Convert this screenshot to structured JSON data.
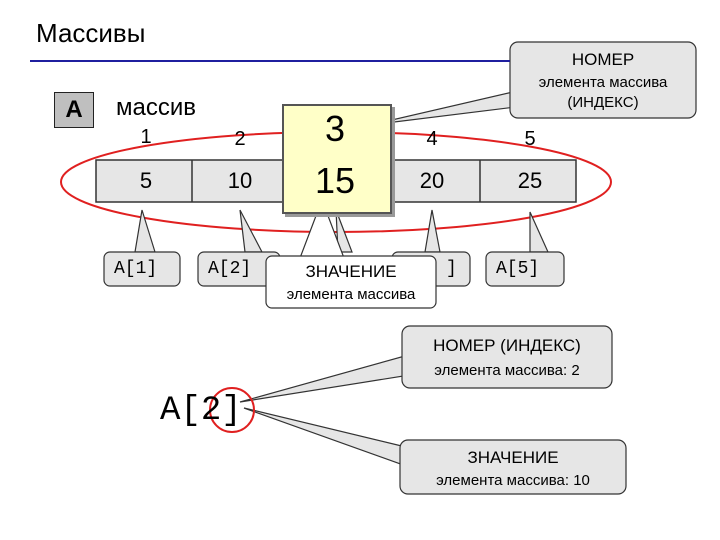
{
  "title": "Массивы",
  "array_name": "A",
  "array_label": "массив",
  "indices": [
    "1",
    "2",
    "3",
    "4",
    "5"
  ],
  "values": [
    "5",
    "10",
    "15",
    "20",
    "25"
  ],
  "refs": [
    "A[1]",
    "A[2]",
    "A[5]"
  ],
  "callout_index": {
    "heading": "НОМЕР",
    "line1": "элемента массива",
    "line2": "(ИНДЕКС)"
  },
  "callout_value": {
    "heading": "ЗНАЧЕНИЕ",
    "line1": "элемента массива"
  },
  "callout_index2": {
    "heading": "НОМЕР (ИНДЕКС)",
    "line1": "элемента массива: 2"
  },
  "callout_value2": {
    "heading": "ЗНАЧЕНИЕ",
    "line1": "элемента массива: 10"
  },
  "example_ref": {
    "prefix": "A[",
    "index": "2",
    "suffix": "]"
  },
  "colors": {
    "ellipse": "#e02020",
    "rule": "#1f1f9f",
    "highlight": "#ffffc8",
    "cell_fill": "#e6e6e6"
  }
}
